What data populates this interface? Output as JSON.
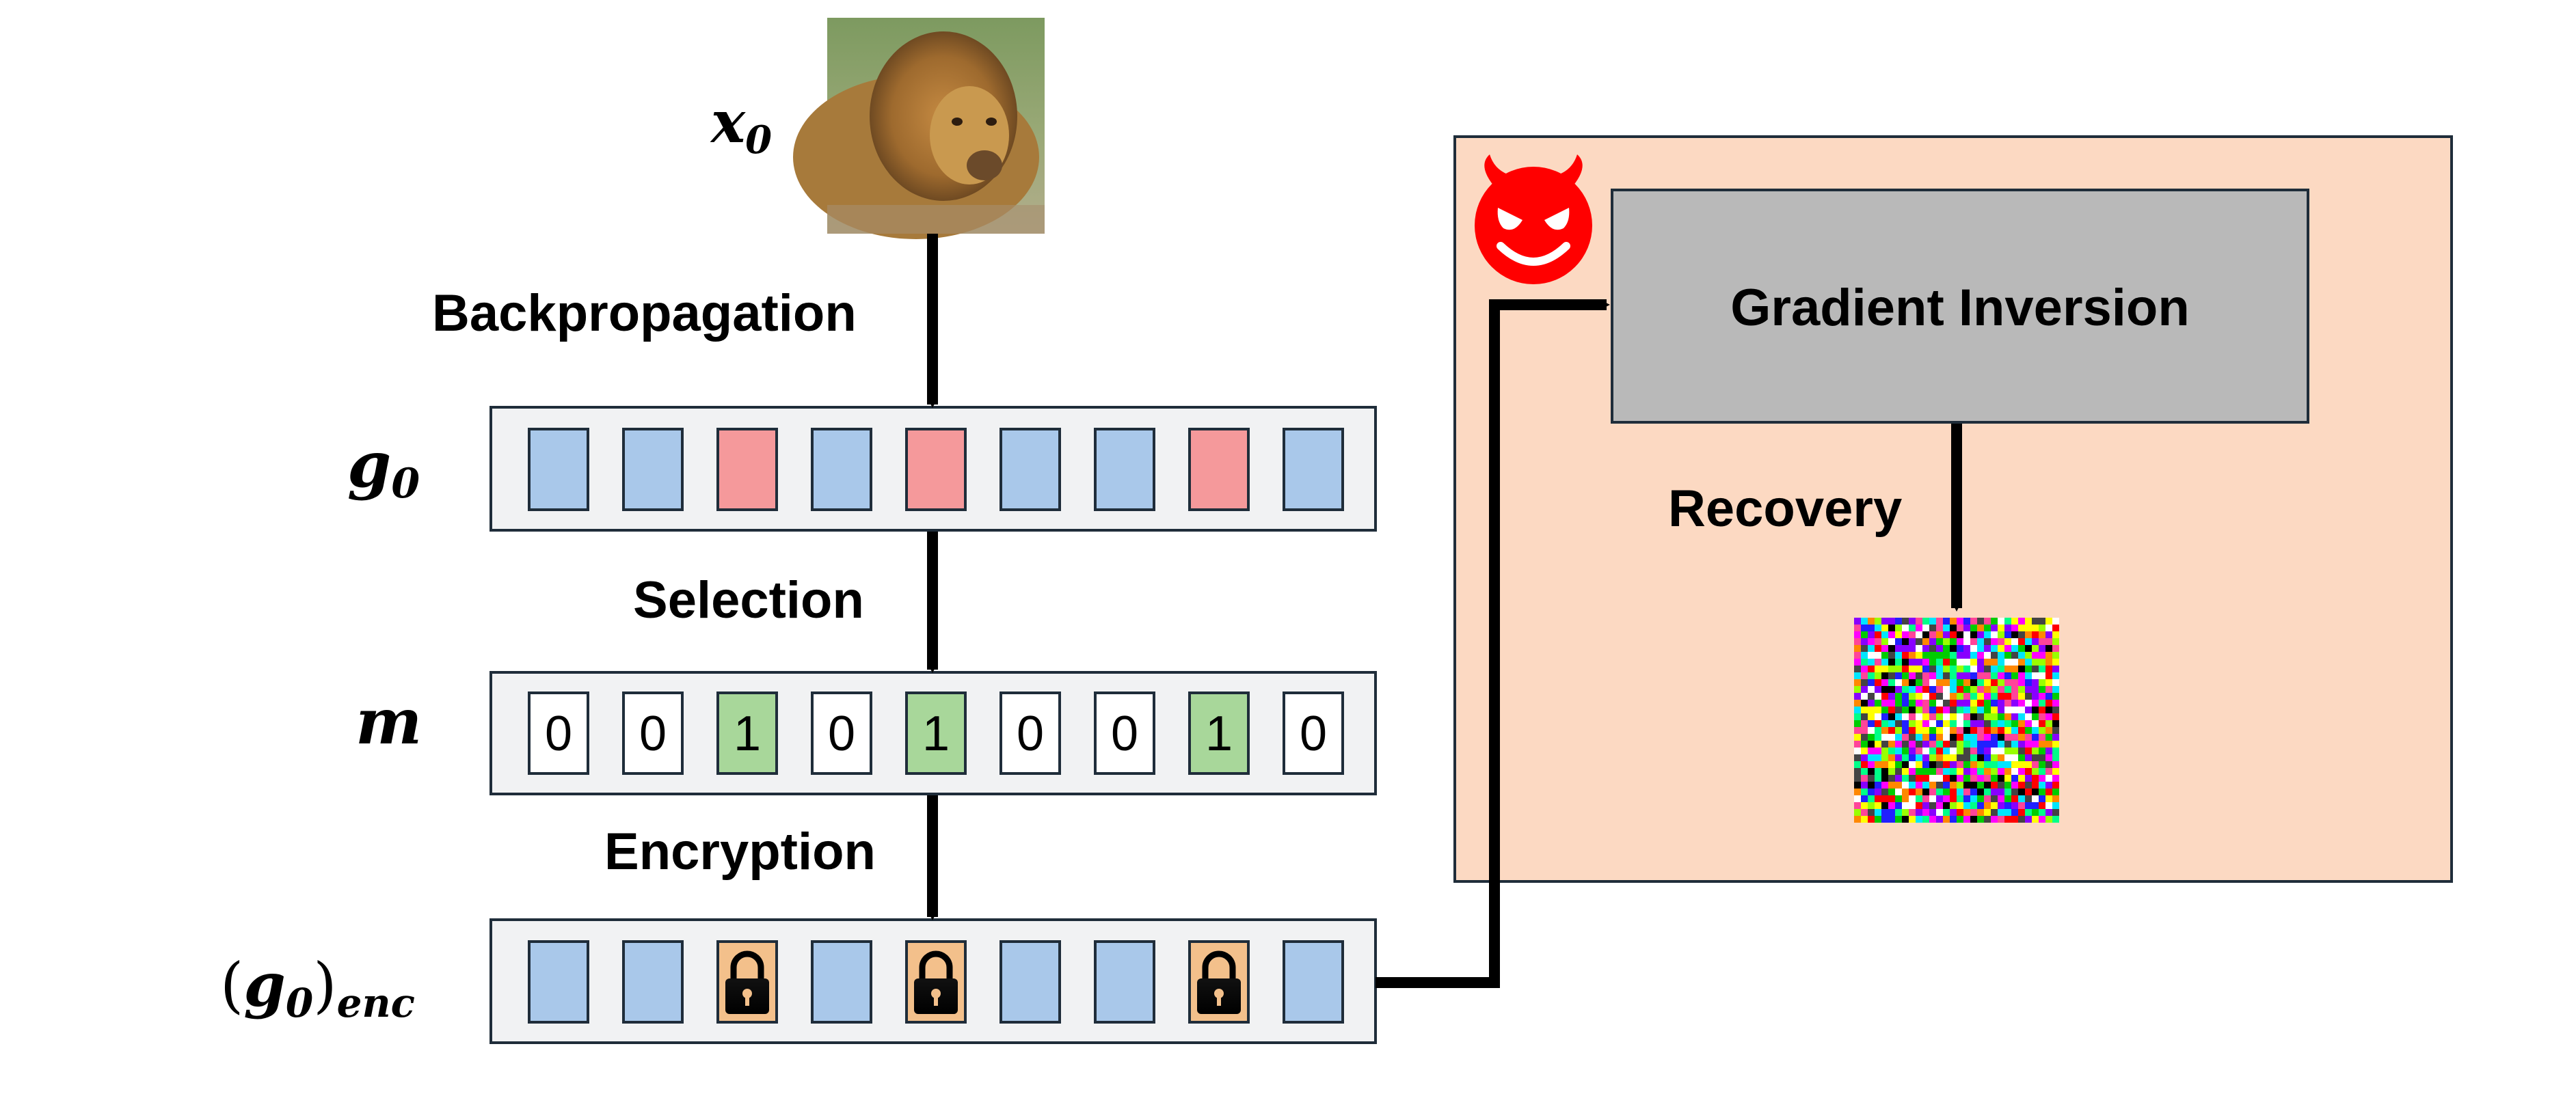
{
  "variables": {
    "x0": {
      "base": "x",
      "sub": "0"
    },
    "g0": {
      "base": "g",
      "sub": "0"
    },
    "m": {
      "base": "m"
    },
    "genc": {
      "open": "(",
      "base": "g",
      "sub": "0",
      "close": ")",
      "sub2": "enc"
    }
  },
  "steps": {
    "backprop": "Backpropagation",
    "selection": "Selection",
    "encryption": "Encryption",
    "recovery": "Recovery"
  },
  "attack_box": {
    "title": "Gradient Inversion"
  },
  "gradient_vector": [
    "blue",
    "blue",
    "red",
    "blue",
    "red",
    "blue",
    "blue",
    "red",
    "blue"
  ],
  "mask_vector": [
    "0",
    "0",
    "1",
    "0",
    "1",
    "0",
    "0",
    "1",
    "0"
  ],
  "encrypted_vector": [
    "blue",
    "blue",
    "locked",
    "blue",
    "locked",
    "blue",
    "blue",
    "locked",
    "blue"
  ],
  "colors": {
    "blue": "#a9c8ea",
    "red": "#f5999b",
    "green": "#a8d79a",
    "locked": "#f3c08b",
    "vector_bg": "#f1f2f3",
    "attack_bg": "#fcd9c2",
    "gi_box": "#b9b9b9",
    "devil": "#ff0000"
  },
  "icons": [
    "lion-image",
    "devil-icon",
    "lock-icon",
    "noise-image"
  ]
}
